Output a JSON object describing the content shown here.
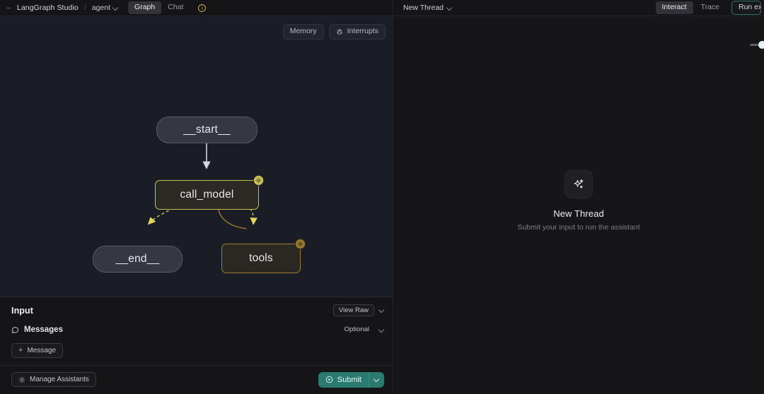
{
  "topbar": {
    "back_icon": "arrow-left-icon",
    "brand": "LangGraph Studio",
    "separator": "/",
    "assistant": "agent",
    "tabs": [
      {
        "label": "Graph",
        "active": true
      },
      {
        "label": "Chat",
        "active": false
      }
    ],
    "info_icon_glyph": "i",
    "thread_label": "New Thread",
    "right_tabs": [
      {
        "label": "Interact",
        "active": true
      },
      {
        "label": "Trace",
        "active": false
      }
    ],
    "run_experiment_label": "Run exp"
  },
  "graph": {
    "toolbar": [
      {
        "label": "Memory",
        "icon": null
      },
      {
        "label": "Interrupts",
        "icon": "bug-icon"
      }
    ],
    "nodes": [
      {
        "id": "start",
        "label": "__start__",
        "style": "pill",
        "badge": null
      },
      {
        "id": "call_model",
        "label": "call_model",
        "style": "model",
        "badge": "gear-icon"
      },
      {
        "id": "end",
        "label": "__end__",
        "style": "pill",
        "badge": null
      },
      {
        "id": "tools",
        "label": "tools",
        "style": "tools",
        "badge": "gear-icon"
      }
    ],
    "edges": [
      {
        "from": "start",
        "to": "call_model",
        "kind": "solid",
        "color": "#d6d6dc"
      },
      {
        "from": "call_model",
        "to": "end",
        "kind": "dashed",
        "color": "#cfc457"
      },
      {
        "from": "call_model",
        "to": "tools",
        "kind": "dashed",
        "color": "#cfc457"
      },
      {
        "from": "tools",
        "to": "call_model",
        "kind": "solid",
        "color": "#9d7c2e"
      }
    ],
    "colors": {
      "canvas": "#1b1d26",
      "pill_fill": "#353843",
      "pill_border": "#575b69",
      "model_border": "#c9c04f",
      "tools_border": "#9d7c2e"
    }
  },
  "input_panel": {
    "title": "Input",
    "view_raw_label": "View Raw",
    "messages_label": "Messages",
    "messages_icon": "chat-bubble-icon",
    "optional_label": "Optional",
    "add_message_label": "Message",
    "add_message_icon": "plus-icon",
    "manage_assistants_label": "Manage Assistants",
    "manage_assistants_icon": "gear-icon",
    "submit_label": "Submit",
    "submit_icon": "play-circle-icon",
    "submit_color": "#2b7a6f"
  },
  "thread_panel": {
    "icon": "sparkles-icon",
    "title": "New Thread",
    "subtitle": "Submit your input to run the assistant"
  }
}
